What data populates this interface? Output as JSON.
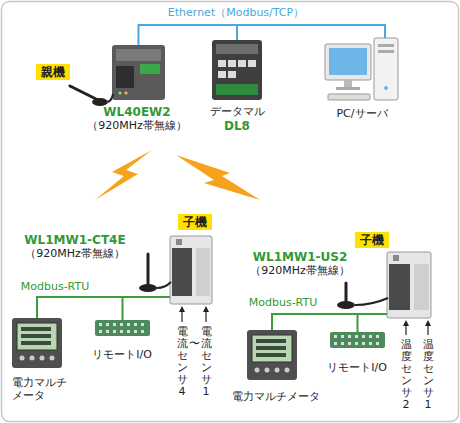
{
  "diagram": {
    "nodes": [
      {
        "text": [
          "親機"
        ]
      },
      {
        "text": [
          "WL40EW2",
          "（920MHz帯無線）"
        ]
      },
      {
        "text": [
          "データマル",
          "DL8"
        ]
      },
      {
        "text": [
          "PC/サーバ"
        ]
      },
      {
        "text": [
          "子機"
        ]
      },
      {
        "text": [
          "WL1MW1-CT4E",
          "（920MHz帯無線）"
        ]
      },
      {
        "text": [
          "電力マルチ メータ"
        ]
      },
      {
        "text": [
          "リモートI/O"
        ]
      },
      {
        "text": [
          "子機"
        ]
      },
      {
        "text": [
          "WL1MW1-US2",
          "（920MHz帯無線）"
        ]
      },
      {
        "text": [
          "電力マルチメータ"
        ]
      },
      {
        "text": [
          "リモートI/O"
        ]
      }
    ],
    "edges": [
      {
        "from": 1,
        "to": 2,
        "arrow": "none"
      },
      {
        "from": 2,
        "to": 3,
        "arrow": "none"
      },
      {
        "from": 5,
        "to": 6,
        "label": "Modbus-RTU",
        "arrow": "none"
      },
      {
        "from": 5,
        "to": 7,
        "arrow": "none"
      },
      {
        "from": 9,
        "to": 10,
        "label": "Modbus-RTU",
        "arrow": "none"
      },
      {
        "from": 9,
        "to": 11,
        "arrow": "none"
      }
    ],
    "labels": [
      "Ethernet（Modbus/TCP）",
      "電流センサ4",
      "〜",
      "電流センサ1",
      "温度センサ2",
      "温度センサ1"
    ]
  }
}
